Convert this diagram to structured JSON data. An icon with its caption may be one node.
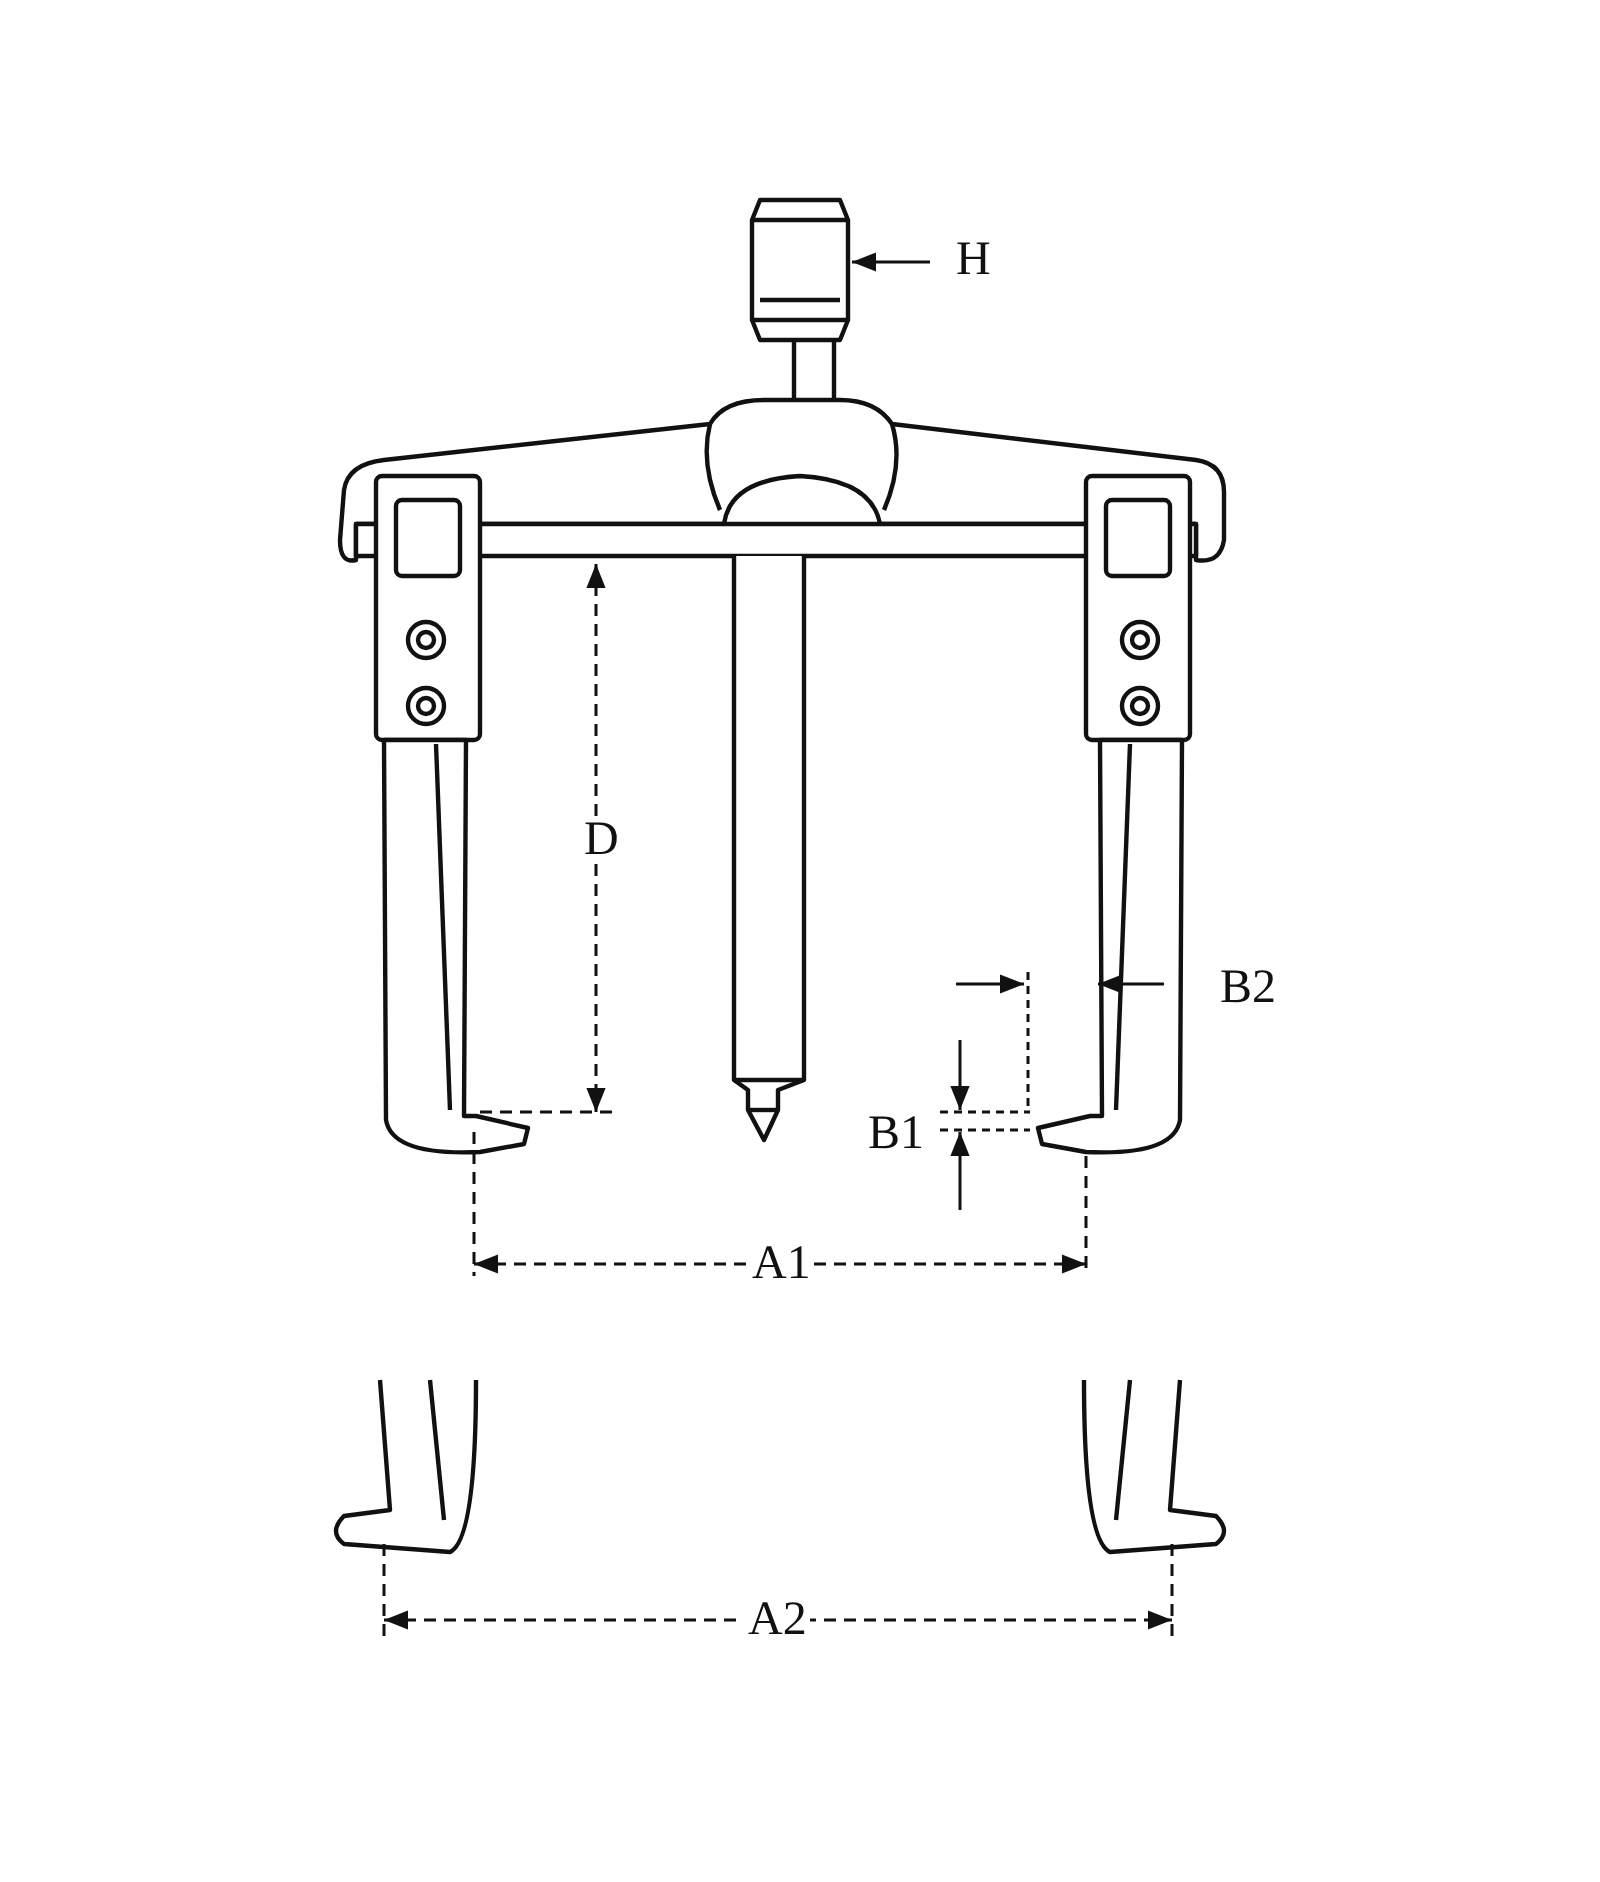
{
  "diagram": {
    "labels": [
      "H",
      "D",
      "B2",
      "B1",
      "A1",
      "A2"
    ]
  }
}
